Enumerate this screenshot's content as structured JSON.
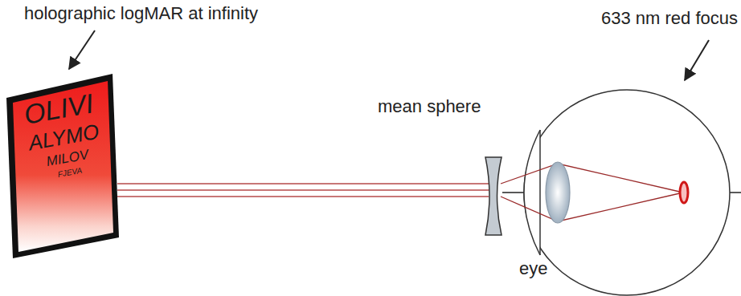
{
  "diagram": {
    "nodes": [
      {
        "text": [
          "OLIVI",
          "ALYMO",
          "MILOV",
          "FJEVA"
        ]
      }
    ],
    "labels": [
      "holographic logMAR at infinity",
      "mean sphere",
      "eye",
      "633 nm red focus"
    ]
  }
}
